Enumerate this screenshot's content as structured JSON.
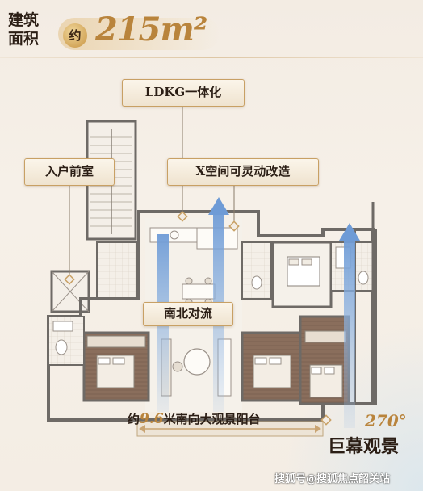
{
  "header": {
    "label": "建筑面积",
    "label_line1": "建筑",
    "label_line2": "面积",
    "approx": "约",
    "area": "215m²"
  },
  "callouts": {
    "ldkg": "LDKG一体化",
    "entry_foyer": "入户前室",
    "x_space": "X空间可灵动改造",
    "north_south": "南北对流"
  },
  "balcony_caption": {
    "prefix": "约",
    "length": "9.6",
    "suffix": "米南向大观景阳台"
  },
  "view": {
    "angle": "270°",
    "title": "巨幕观景"
  },
  "watermark": "搜狐号@搜狐焦点韶关站",
  "colors": {
    "gold": "#b9843c",
    "arrow_blue": "#7aa3d6",
    "wall": "#6e6a66",
    "floor_wood": "#8a6e5c",
    "background": "#f3ece3"
  }
}
